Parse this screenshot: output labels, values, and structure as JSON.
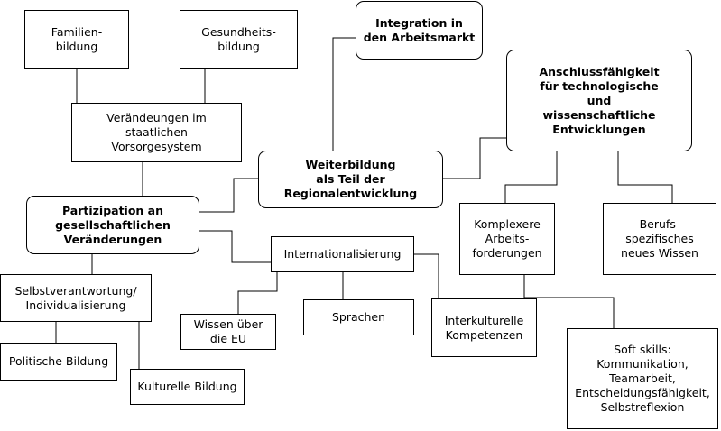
{
  "nodes": {
    "familienbildung": "Familien-\nbildung",
    "gesundheitsbildung": "Gesundheits-\nbildung",
    "integration": "Integration in\nden Arbeitsmarkt",
    "anschluss": "Anschlussfähigkeit\nfür technologische\nund\nwissenschaftliche\nEntwicklungen",
    "veraenderungen": "Verändeungen im\nstaatlichen\nVorsorgesystem",
    "weiterbildung": "Weiterbildung\nals Teil der\nRegionalentwicklung",
    "partizipation": "Partizipation an\ngesellschaftlichen\nVeränderungen",
    "komplexere": "Komplexere\nArbeits-\nforderungen",
    "berufsspezifisch": "Berufs-\nspezifisches\nneues Wissen",
    "internationalisierung": "Internationalisierung",
    "selbstverantwortung": "Selbstverantwortung/\nIndividualisierung",
    "wissen_eu": "Wissen über\ndie EU",
    "sprachen": "Sprachen",
    "interkulturelle": "Interkulturelle\nKompetenzen",
    "politische": "Politische Bildung",
    "kulturelle": "Kulturelle Bildung",
    "softskills": "Soft skills:\nKommunikation,\nTeamarbeit,\nEntscheidungsfähigkeit,\nSelbstreflexion"
  }
}
